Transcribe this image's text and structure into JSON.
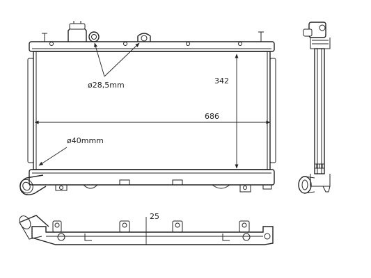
{
  "dimensions": {
    "inlet_outlet_diameter": "ø28,5mm",
    "core_height": "342",
    "core_width": "686",
    "hose_diameter": "ø40mmm",
    "core_thickness": "25"
  },
  "colors": {
    "line": "#222222",
    "background": "#ffffff"
  }
}
